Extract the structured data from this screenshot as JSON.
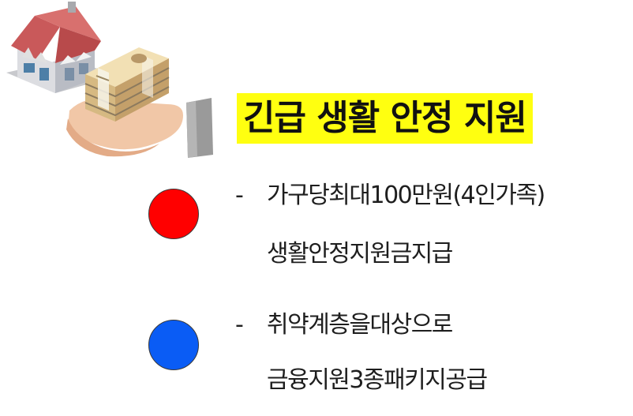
{
  "title": "긴급 생활 안정 지원",
  "items": [
    {
      "bullet_color": "#ff0000",
      "dash": "-",
      "line1": "가구당최대100만원(4인가족)",
      "line2": "생활안정지원금지급"
    },
    {
      "bullet_color": "#0a5cf5",
      "dash": "-",
      "line1": "취약계층을대상으로",
      "line2": "금융지원3종패키지공급"
    }
  ],
  "illustration": {
    "icons": [
      "house-icon",
      "money-stack-icon",
      "hand-icon"
    ]
  }
}
